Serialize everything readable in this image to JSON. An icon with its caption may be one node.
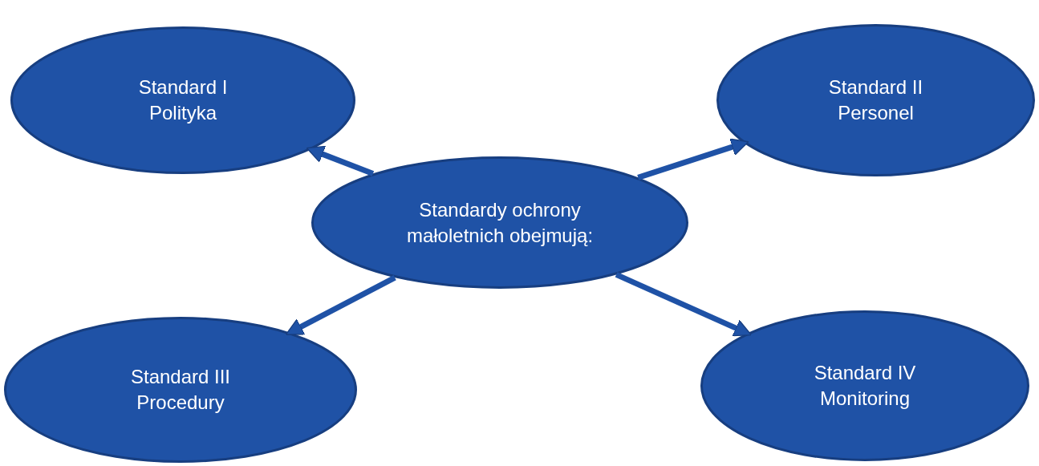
{
  "diagram": {
    "nodes": [
      {
        "text": [
          "Standard I Polityka"
        ]
      },
      {
        "text": [
          "Standard II Personel"
        ]
      },
      {
        "text": [
          "Standardy ochrony małoletnich obejmują:"
        ]
      },
      {
        "text": [
          "Standard III Procedury"
        ]
      },
      {
        "text": [
          "Standard IV Monitoring"
        ]
      }
    ],
    "edges": [
      {
        "from": 2,
        "to": 0,
        "arrow": "to"
      },
      {
        "from": 2,
        "to": 1,
        "arrow": "to"
      },
      {
        "from": 2,
        "to": 3,
        "arrow": "to"
      },
      {
        "from": 2,
        "to": 4,
        "arrow": "to"
      }
    ]
  }
}
